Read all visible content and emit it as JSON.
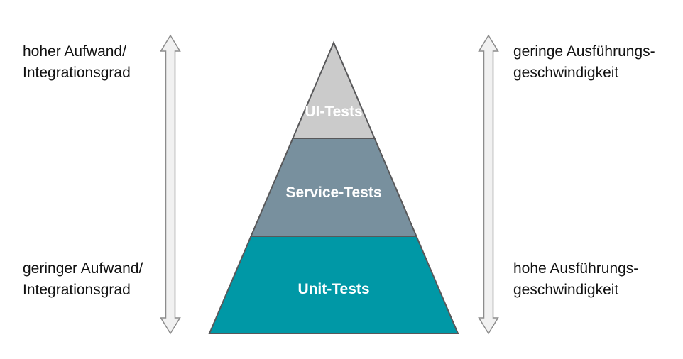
{
  "canvas": {
    "background": "#ffffff"
  },
  "pyramid": {
    "border_color": "#58585a",
    "label_color": "#ffffff",
    "layers": [
      {
        "label": "UI-Tests",
        "color": "#cbcbcb"
      },
      {
        "label": "Service-Tests",
        "color": "#78909e"
      },
      {
        "label": "Unit-Tests",
        "color": "#0098a6"
      }
    ]
  },
  "arrows": {
    "fill": "#f1f1f1",
    "stroke": "#8c8c8c"
  },
  "annotations": {
    "text_color": "#111111",
    "left_top": {
      "line1": "hoher Aufwand/",
      "line2": "Integrationsgrad"
    },
    "left_bottom": {
      "line1": "geringer Aufwand/",
      "line2": "Integrationsgrad"
    },
    "right_top": {
      "line1": "geringe Ausführungs-",
      "line2": "geschwindigkeit"
    },
    "right_bottom": {
      "line1": "hohe Ausführungs-",
      "line2": "geschwindigkeit"
    }
  }
}
